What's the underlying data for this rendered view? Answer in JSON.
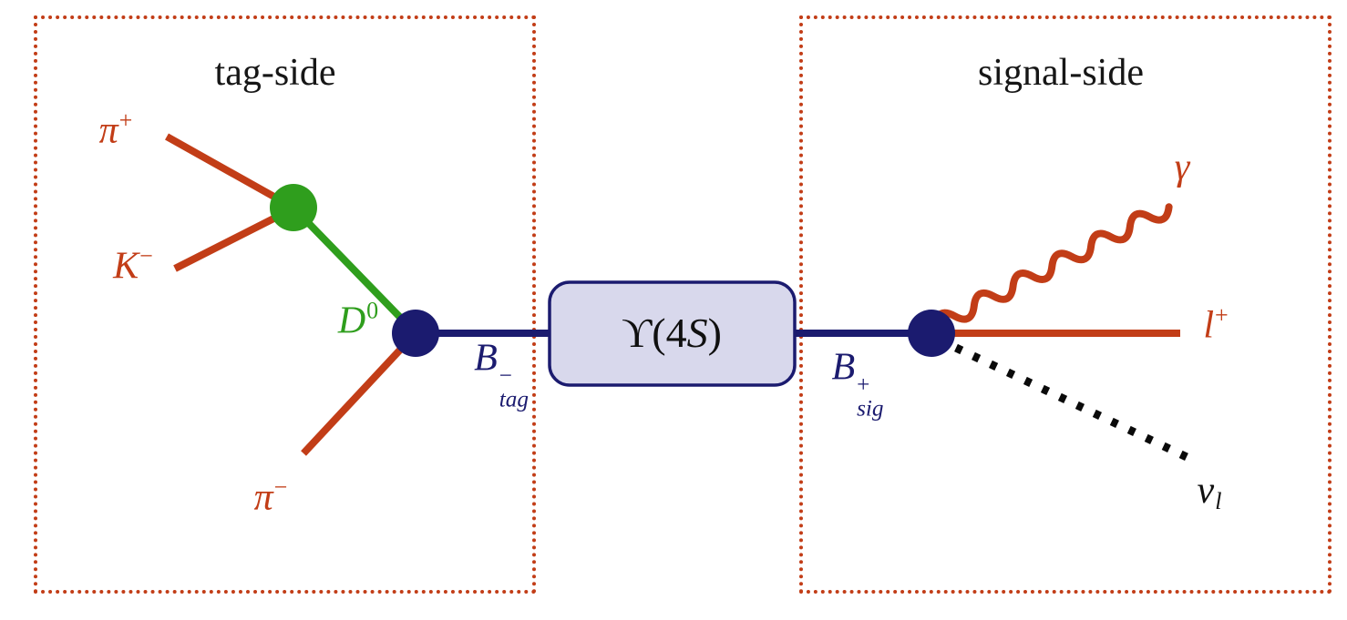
{
  "colors": {
    "rust": "#c23d17",
    "green": "#2f9e1d",
    "navy": "#1b1b6f",
    "box_fill": "#d8d8ec",
    "box_border": "#1b1b6f",
    "neutrino_black": "#0a0a0a",
    "background": "#ffffff"
  },
  "regions": {
    "tag": {
      "title": "tag-side"
    },
    "signal": {
      "title": "signal-side"
    }
  },
  "center": {
    "upsilon_pre": "ϒ(4",
    "upsilon_s": "S",
    "upsilon_post": ")"
  },
  "labels": {
    "pi_plus": {
      "base": "π",
      "sup": "+"
    },
    "k_minus": {
      "base": "K",
      "sup": "−"
    },
    "d_zero": {
      "base": "D",
      "sup": "0"
    },
    "b_tag": {
      "base": "B",
      "sup": "−",
      "sub": "tag"
    },
    "pi_minus": {
      "base": "π",
      "sup": "−"
    },
    "b_sig": {
      "base": "B",
      "sup": "+",
      "sub": "sig"
    },
    "gamma": {
      "base": "γ"
    },
    "lepton": {
      "base": "l",
      "sup": "+"
    },
    "neutrino": {
      "base": "ν",
      "sub": "l"
    }
  }
}
